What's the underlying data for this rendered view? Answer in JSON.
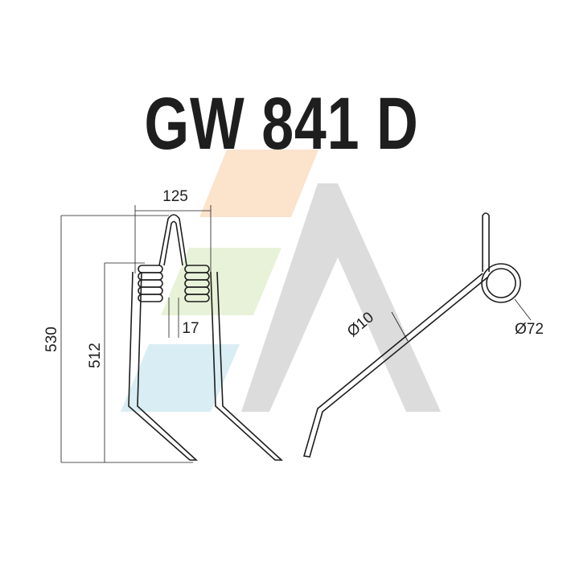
{
  "title": "GW 841 D",
  "dimensions": {
    "width_top": "125",
    "height_total": "530",
    "height_inner": "512",
    "coil_gap": "17",
    "wire_diameter": "Ø10",
    "coil_diameter": "Ø72"
  },
  "colors": {
    "line": "#1e1e1e",
    "watermark_gray": "#dcdcdc",
    "watermark_orange": "#fbe3cc",
    "watermark_green": "#e8f2d8",
    "watermark_blue": "#d9eef4"
  }
}
